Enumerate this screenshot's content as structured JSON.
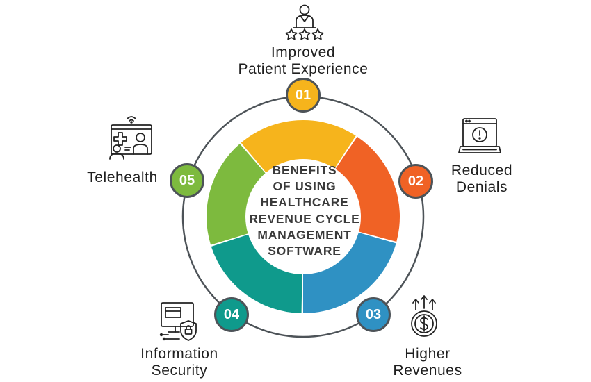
{
  "center": {
    "lines": [
      "BENEFITS",
      "OF USING",
      "HEALTHCARE",
      "REVENUE CYCLE",
      "MANAGEMENT",
      "SOFTWARE"
    ]
  },
  "benefits": [
    {
      "number": "01",
      "label_lines": [
        "Improved",
        "Patient Experience"
      ],
      "color": "#f6b41c",
      "icon": "patient-rating-icon"
    },
    {
      "number": "02",
      "label_lines": [
        "Reduced",
        "Denials"
      ],
      "color": "#f06225",
      "icon": "laptop-alert-icon"
    },
    {
      "number": "03",
      "label_lines": [
        "Higher",
        "Revenues"
      ],
      "color": "#2f91c3",
      "icon": "dollar-growth-icon"
    },
    {
      "number": "04",
      "label_lines": [
        "Information",
        "Security"
      ],
      "color": "#0f9a8c",
      "icon": "secure-computer-icon"
    },
    {
      "number": "05",
      "label_lines": [
        "Telehealth"
      ],
      "color": "#7dba3e",
      "icon": "telehealth-icon"
    }
  ]
}
